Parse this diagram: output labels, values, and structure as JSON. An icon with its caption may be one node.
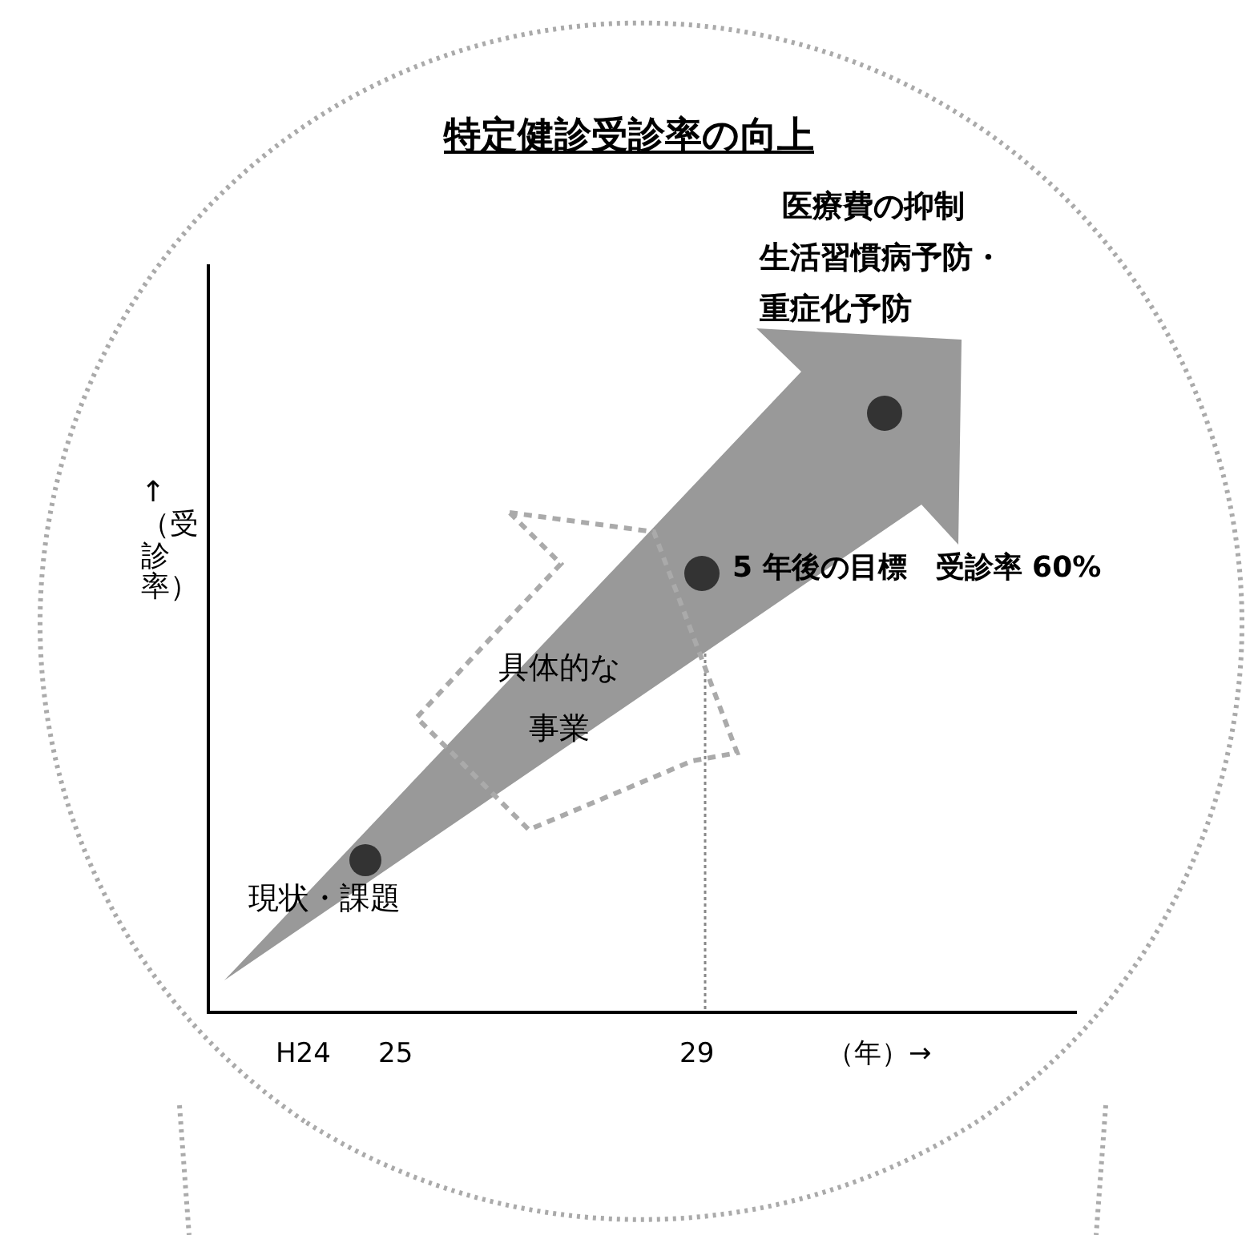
{
  "diagram": {
    "title": "特定健診受診率の向上",
    "nodes": [
      {
        "text": [
          "具体的な事業"
        ]
      }
    ],
    "labels": [
      "医療費の抑制",
      "生活習慣病予防・",
      "重症化予防",
      "5 年後の目標　受診率 60%",
      "現状・課題",
      "↑（受診率）",
      "H24",
      "25",
      "29",
      "（年）→"
    ]
  }
}
